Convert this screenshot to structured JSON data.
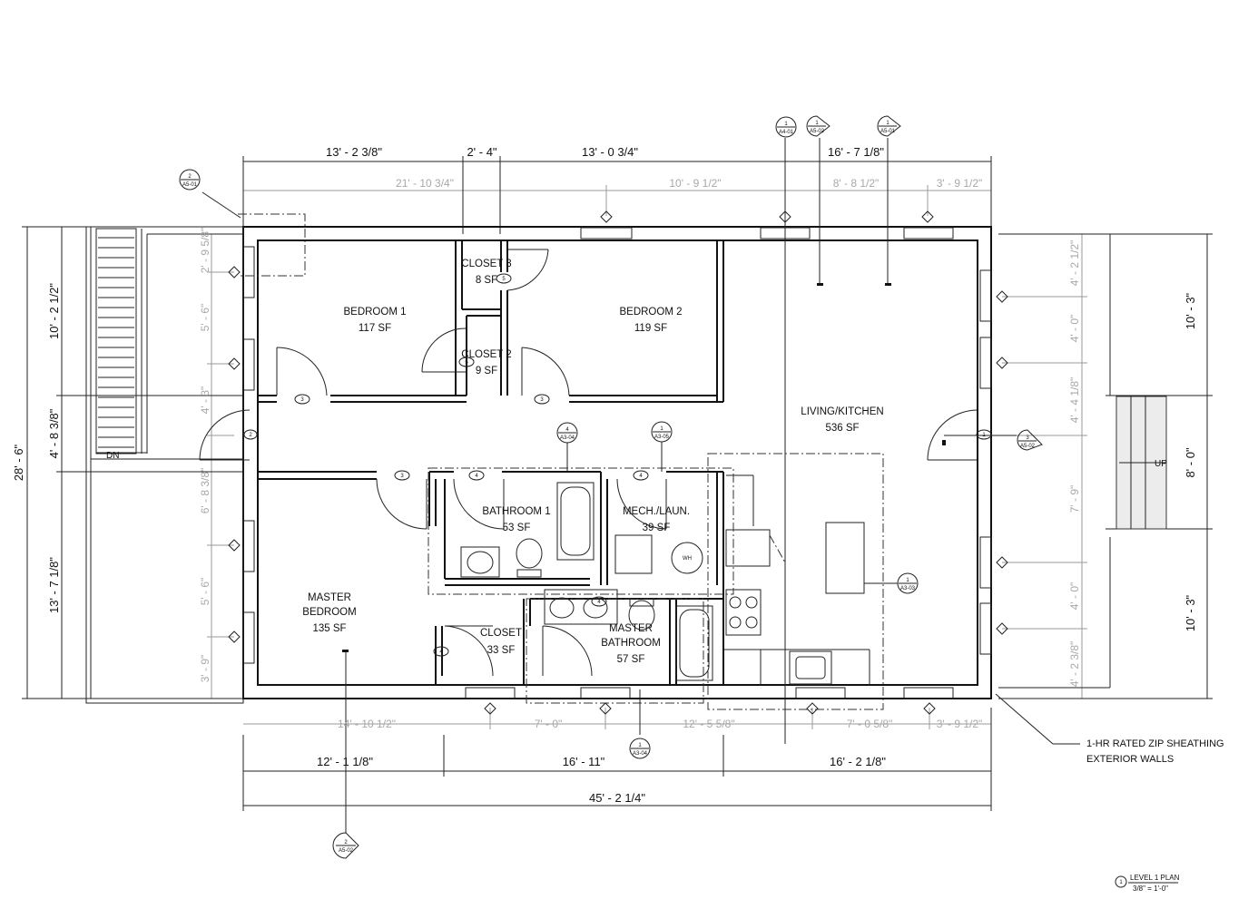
{
  "rooms": [
    {
      "name": "BEDROOM 1",
      "area": "117 SF"
    },
    {
      "name": "BEDROOM 2",
      "area": "119 SF"
    },
    {
      "name": "CLOSET 3",
      "area": "8 SF"
    },
    {
      "name": "CLOSET 2",
      "area": "9 SF"
    },
    {
      "name": "LIVING/KITCHEN",
      "area": "536 SF"
    },
    {
      "name": "BATHROOM 1",
      "area": "53 SF"
    },
    {
      "name": "MECH./LAUN.",
      "area": "39 SF"
    },
    {
      "name": "MASTER",
      "name2": "BEDROOM",
      "area": "135 SF"
    },
    {
      "name": "CLOSET",
      "area": "33 SF"
    },
    {
      "name": "MASTER",
      "name2": "BATHROOM",
      "area": "57 SF"
    }
  ],
  "dims_top_dark": [
    "13' - 2 3/8\"",
    "2' - 4\"",
    "13' - 0 3/4\"",
    "16' - 7 1/8\""
  ],
  "dims_top_grey": [
    "21' - 10 3/4\"",
    "10' - 9 1/2\"",
    "8' - 8 1/2\"",
    "3' - 9 1/2\""
  ],
  "dims_bottom_grey": [
    "14' - 10 1/2\"",
    "7' - 0\"",
    "12' - 5 5/8\"",
    "7' - 0 5/8\"",
    "3' - 9 1/2\""
  ],
  "dims_bottom_dark": [
    "12' - 1 1/8\"",
    "16' - 11\"",
    "16' - 2 1/8\""
  ],
  "dim_overall": "45' - 2 1/4\"",
  "dims_left_dark": [
    "10' - 2 1/2\"",
    "4' - 8 3/8\"",
    "13' - 7 1/8\""
  ],
  "dim_left_total": "28' - 6\"",
  "dims_left_grey": [
    "2' - 9 5/8\"",
    "5' - 6\"",
    "4' - 3\"",
    "6' - 8 3/8\"",
    "5' - 6\"",
    "3' - 9\""
  ],
  "dims_right_grey": [
    "4' - 2 1/2\"",
    "4' - 0\"",
    "4' - 4 1/8\"",
    "7' - 9\"",
    "4' - 0\"",
    "4' - 2 3/8\""
  ],
  "dims_right_dark": [
    "10' - 3\"",
    "8' - 0\"",
    "10' - 3\""
  ],
  "stair_labels": {
    "down": "DN",
    "up": "UP"
  },
  "wh_label": "WH",
  "callout_refs": [
    "A5-01",
    "A4-01",
    "A5-02",
    "A3-04",
    "A3-05",
    "A3-03",
    "A5-02",
    "A3-04",
    "A5-02"
  ],
  "callout_numbers": [
    "2",
    "1",
    "1",
    "1",
    "4",
    "1",
    "1",
    "3",
    "1",
    "2"
  ],
  "door_tags": [
    "3",
    "3",
    "3",
    "2",
    "1",
    "4",
    "4",
    "4",
    "4",
    "5",
    "5"
  ],
  "note": {
    "line1": "1-HR RATED ZIP SHEATHING",
    "line2": "EXTERIOR WALLS"
  },
  "title_block": {
    "number": "1",
    "title": "LEVEL 1 PLAN",
    "scale": "3/8\" = 1'-0\""
  }
}
